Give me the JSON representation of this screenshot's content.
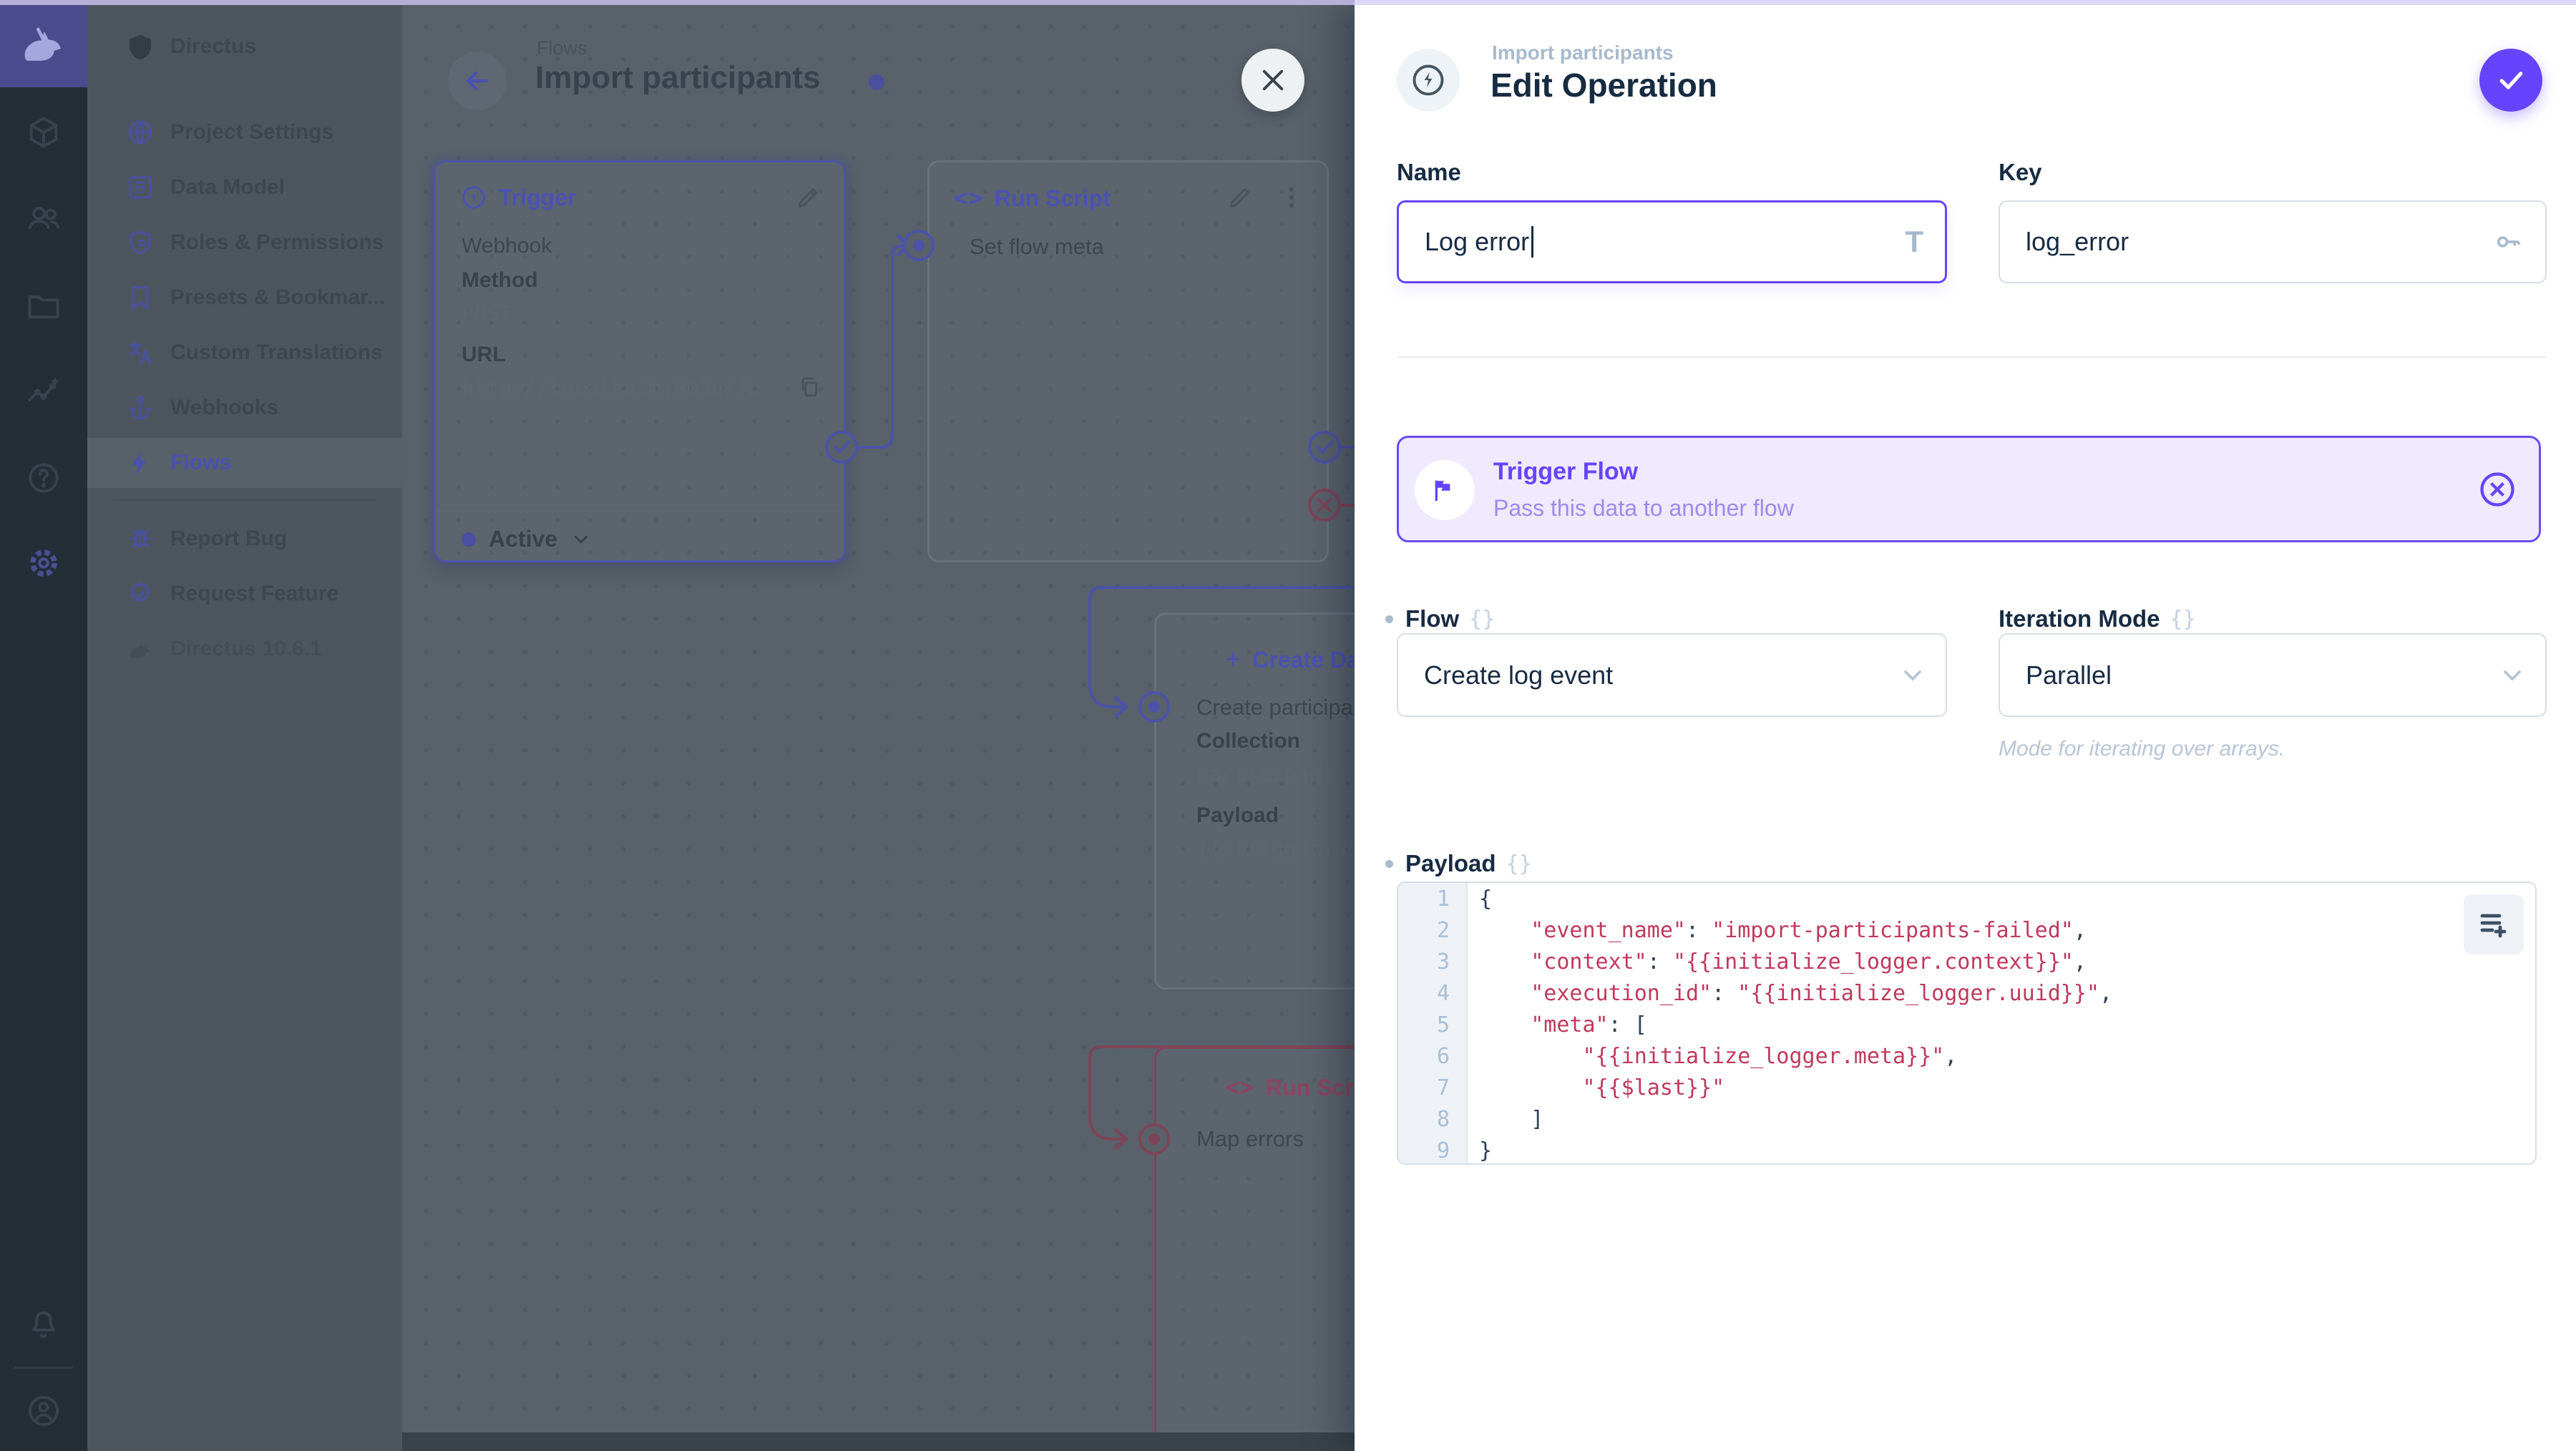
{
  "app": {
    "accent": "#6644ff",
    "accent_dimmed": "#4d53a8",
    "danger_dimmed": "#7e4458",
    "code_string_color": "#bf3a5c"
  },
  "sidebar": {
    "project_name": "Directus",
    "items": [
      {
        "label": "Project Settings"
      },
      {
        "label": "Data Model"
      },
      {
        "label": "Roles & Permissions"
      },
      {
        "label": "Presets & Bookmar..."
      },
      {
        "label": "Custom Translations"
      },
      {
        "label": "Webhooks"
      },
      {
        "label": "Flows"
      }
    ],
    "footer_items": [
      {
        "label": "Report Bug"
      },
      {
        "label": "Request Feature"
      }
    ],
    "version": "Directus 10.6.1"
  },
  "canvas": {
    "breadcrumb": "Flows",
    "title": "Import participants",
    "trigger_panel": {
      "header": "Trigger",
      "type": "Webhook",
      "method_label": "Method",
      "method": "POST",
      "url_label": "URL",
      "url": "http://localhost:8056/f…",
      "status": "Active"
    },
    "run_script_panel": {
      "header": "Run Script",
      "name": "Set flow meta"
    },
    "create_data_panel": {
      "header": "Create Data",
      "name": "Create participant",
      "collection_label": "Collection",
      "collection": "participants",
      "payload_label": "Payload",
      "payload_preview": "{{$trigger.bod"
    },
    "map_errors_panel": {
      "header": "Run Script",
      "name": "Map errors"
    }
  },
  "drawer": {
    "breadcrumb": "Import participants",
    "title": "Edit Operation",
    "name_field": {
      "label": "Name",
      "value": "Log error"
    },
    "key_field": {
      "label": "Key",
      "value": "log_error"
    },
    "banner": {
      "title": "Trigger Flow",
      "subtitle": "Pass this data to another flow"
    },
    "flow_field": {
      "label": "Flow",
      "value": "Create log event"
    },
    "iteration_field": {
      "label": "Iteration Mode",
      "value": "Parallel",
      "note": "Mode for iterating over arrays."
    },
    "payload": {
      "label": "Payload",
      "lines": [
        {
          "num": "1",
          "segments": [
            {
              "t": "{",
              "c": "p"
            }
          ]
        },
        {
          "num": "2",
          "segments": [
            {
              "t": "    ",
              "c": "p"
            },
            {
              "t": "\"event_name\"",
              "c": "s"
            },
            {
              "t": ": ",
              "c": "p"
            },
            {
              "t": "\"import-participants-failed\"",
              "c": "s"
            },
            {
              "t": ",",
              "c": "p"
            }
          ]
        },
        {
          "num": "3",
          "segments": [
            {
              "t": "    ",
              "c": "p"
            },
            {
              "t": "\"context\"",
              "c": "s"
            },
            {
              "t": ": ",
              "c": "p"
            },
            {
              "t": "\"{{initialize_logger.context}}\"",
              "c": "s"
            },
            {
              "t": ",",
              "c": "p"
            }
          ]
        },
        {
          "num": "4",
          "segments": [
            {
              "t": "    ",
              "c": "p"
            },
            {
              "t": "\"execution_id\"",
              "c": "s"
            },
            {
              "t": ": ",
              "c": "p"
            },
            {
              "t": "\"{{initialize_logger.uuid}}\"",
              "c": "s"
            },
            {
              "t": ",",
              "c": "p"
            }
          ]
        },
        {
          "num": "5",
          "segments": [
            {
              "t": "    ",
              "c": "p"
            },
            {
              "t": "\"meta\"",
              "c": "s"
            },
            {
              "t": ": [",
              "c": "p"
            }
          ]
        },
        {
          "num": "6",
          "segments": [
            {
              "t": "        ",
              "c": "p"
            },
            {
              "t": "\"{{initialize_logger.meta}}\"",
              "c": "s"
            },
            {
              "t": ",",
              "c": "p"
            }
          ]
        },
        {
          "num": "7",
          "segments": [
            {
              "t": "        ",
              "c": "p"
            },
            {
              "t": "\"{{$last}}\"",
              "c": "s"
            }
          ]
        },
        {
          "num": "8",
          "segments": [
            {
              "t": "    ]",
              "c": "p"
            }
          ]
        },
        {
          "num": "9",
          "segments": [
            {
              "t": "}",
              "c": "p"
            }
          ]
        }
      ]
    }
  }
}
